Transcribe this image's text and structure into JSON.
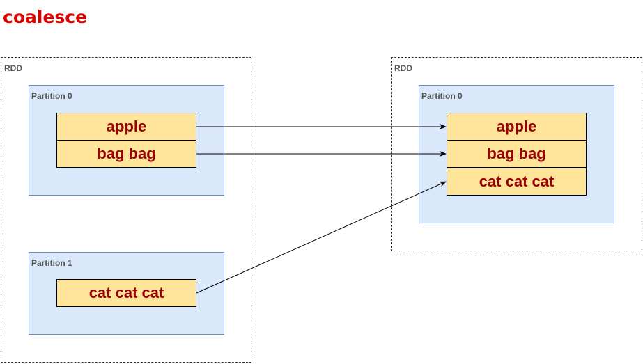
{
  "title": "coalesce",
  "left_rdd": {
    "label": "RDD",
    "partitions": [
      {
        "label": "Partition 0",
        "records": [
          "apple",
          "bag bag"
        ]
      },
      {
        "label": "Partition 1",
        "records": [
          "cat cat cat"
        ]
      }
    ]
  },
  "right_rdd": {
    "label": "RDD",
    "partitions": [
      {
        "label": "Partition 0",
        "records": [
          "apple",
          "bag bag",
          "cat cat cat"
        ]
      }
    ]
  },
  "colors": {
    "title": "#e00000",
    "partition_fill": "#dae8fc",
    "partition_border": "#6c8ebf",
    "record_fill": "#ffe599",
    "record_text": "#990000"
  }
}
